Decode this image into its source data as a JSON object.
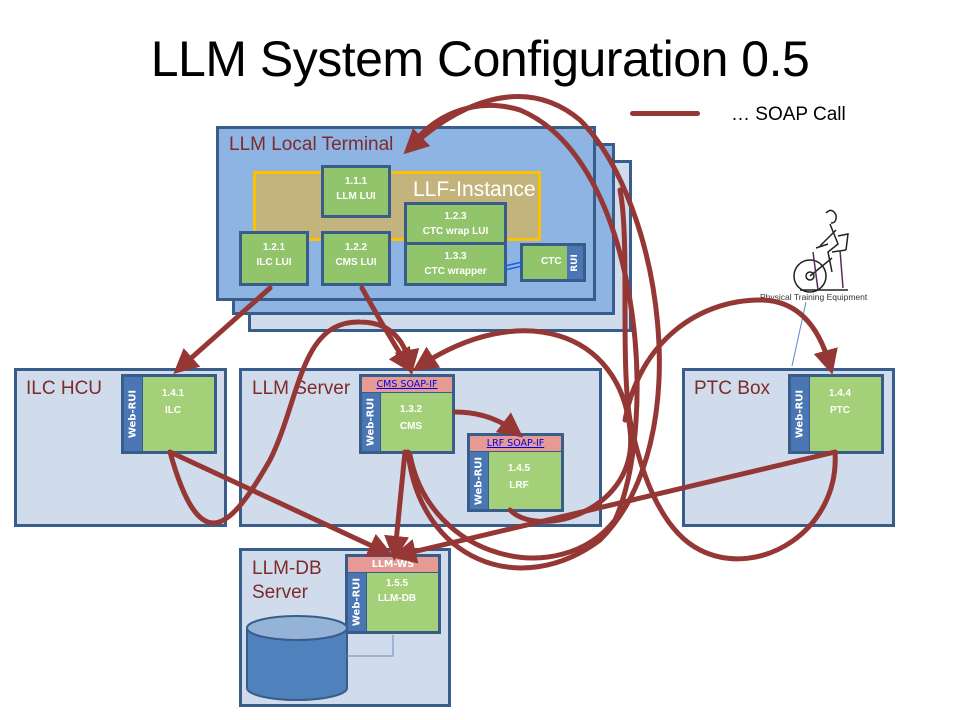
{
  "title": "LLM System Configuration 0.5",
  "legend": {
    "label": "… SOAP Call",
    "color": "#953735"
  },
  "colors": {
    "container_border": "#385d8a",
    "container_fill_light": "#d0dbeb",
    "container_fill_mid": "#8eb4e3",
    "component_green": "#a4d07a",
    "interface_pink": "#e59b94",
    "rui_blue": "#4a77b4",
    "llf_fill": "#c3b47e",
    "llf_border": "#ffc000",
    "label_text": "#7d2b2b",
    "arrow": "#953735"
  },
  "terminal": {
    "label": "LLM Local Terminal",
    "llf_label": "LLF-Instance",
    "components": [
      {
        "id": "1.1.1",
        "name": "LLM LUI"
      },
      {
        "id": "1.2.1",
        "name": "ILC LUI"
      },
      {
        "id": "1.2.2",
        "name": "CMS LUI"
      },
      {
        "id": "1.2.3",
        "name": "CTC wrap LUI"
      },
      {
        "id": "1.3.3",
        "name": "CTC  wrapper"
      }
    ],
    "ctc": {
      "label": "CTC",
      "rui": "RUI"
    }
  },
  "ilc_hcu": {
    "label": "ILC HCU",
    "component": {
      "id": "1.4.1",
      "name": "ILC",
      "rui": "Web-RUI"
    }
  },
  "llm_server": {
    "label": "LLM Server",
    "cms": {
      "interface": "CMS SOAP-IF",
      "id": "1.3.2",
      "name": "CMS",
      "rui": "Web-RUI"
    },
    "lrf": {
      "interface": "LRF SOAP-IF",
      "id": "1.4.5",
      "name": "LRF",
      "rui": "Web-RUI"
    }
  },
  "ptc_box": {
    "label": "PTC Box",
    "component": {
      "id": "1.4.4",
      "name": "PTC",
      "rui": "Web-RUI"
    }
  },
  "db_server": {
    "label_line1": "LLM-DB",
    "label_line2": "Server",
    "component": {
      "interface": "LLM-WS",
      "id": "1.5.5",
      "name": "LLM-DB",
      "rui": "Web-RUI"
    }
  },
  "equipment": {
    "label": "Physical Training Equipment",
    "icon": "exercise-bike-icon"
  }
}
